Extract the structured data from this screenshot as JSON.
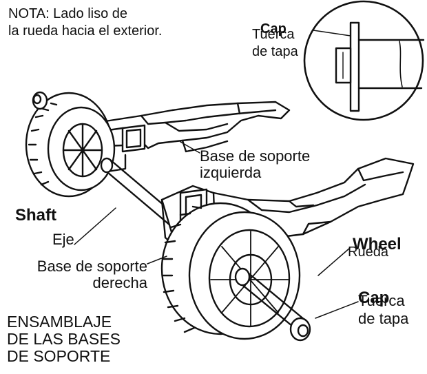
{
  "note": [
    "NOTA: Lado liso de",
    "la rueda hacia el exterior."
  ],
  "labels": {
    "cap_en_top": "Cap",
    "cap_es_top": [
      "Tuerca",
      "de tapa"
    ],
    "base_left": [
      "Base de soporte",
      "izquierda"
    ],
    "shaft_en": "Shaft",
    "shaft_es": "Eje",
    "base_right": [
      "Base de soporte",
      "derecha"
    ],
    "wheel_en": "Wheel",
    "wheel_es": "Rueda",
    "cap_en_bottom": "Cap",
    "cap_es_bottom": [
      "Tuerca",
      "de tapa"
    ]
  },
  "title": [
    "ENSAMBLAJE",
    "DE LAS BASES",
    "DE SOPORTE"
  ]
}
